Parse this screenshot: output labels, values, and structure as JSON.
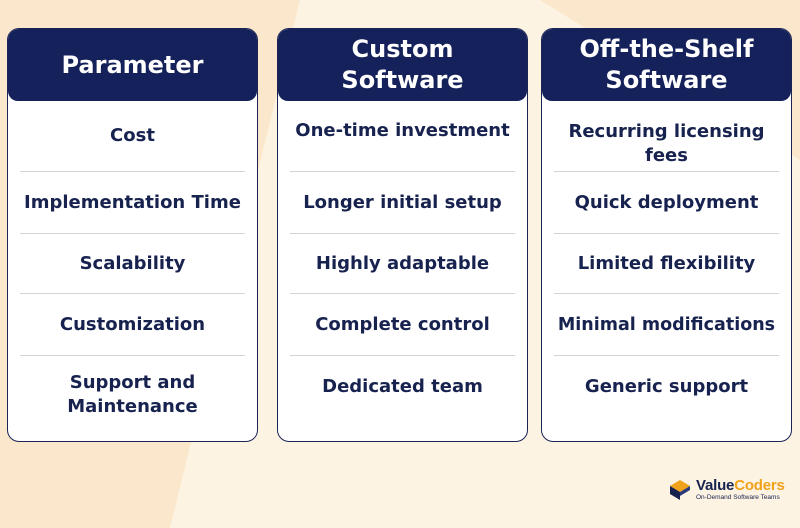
{
  "columns": [
    {
      "header": "Parameter",
      "rows": [
        "Cost",
        "Implementation Time",
        "Scalability",
        "Customization",
        "Support and Maintenance"
      ]
    },
    {
      "header": "Custom Software",
      "rows": [
        "One-time investment",
        "Longer initial setup",
        "Highly adaptable",
        "Complete control",
        "Dedicated team"
      ]
    },
    {
      "header": "Off-the-Shelf Software",
      "rows": [
        "Recurring licensing fees",
        "Quick deployment",
        "Limited flexibility",
        "Minimal modifications",
        "Generic support"
      ]
    }
  ],
  "logo": {
    "name_part1": "Value",
    "name_part2": "Coders",
    "tagline": "On-Demand Software Teams"
  },
  "colors": {
    "header_bg": "#15215a",
    "text": "#17224f",
    "background": "#fdf3e3",
    "logo_accent": "#f0a21a"
  }
}
